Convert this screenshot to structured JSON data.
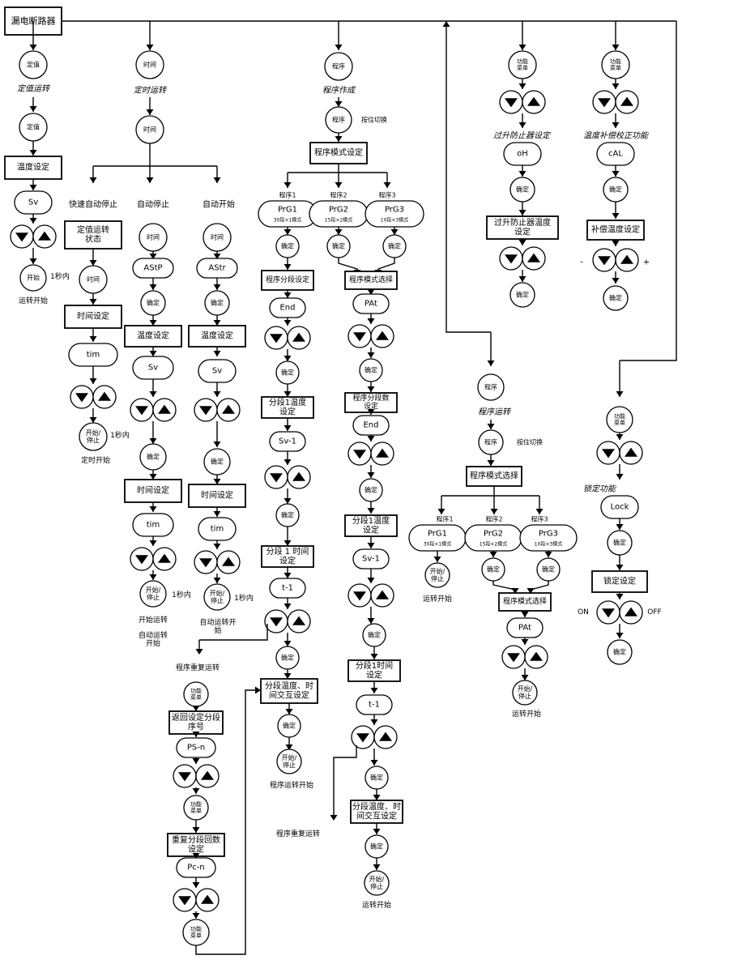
{
  "title": "漏电断路器",
  "labels": {
    "setpoint": "定值",
    "setpoint_run": "定值运转",
    "timer": "时间",
    "timer_run": "定时运转",
    "program": "程序",
    "program_create": "程序作成",
    "program_run": "程序运转",
    "hold_switch": "按住切换",
    "func_menu": "功能\n菜单",
    "overrise_setting": "过升防止器设定",
    "comp_calibration": "温度补偿校正功能",
    "lock_function": "锁定功能",
    "temp_set": "温度设定",
    "quick_auto_stop": "快速自动停止",
    "auto_stop": "自动停止",
    "auto_start": "自动开始",
    "confirm": "确定",
    "start": "开始",
    "within_1s": "1秒内",
    "run_start": "运转开始",
    "start_stop": "开始/\n停止",
    "timer_start": "定时开始",
    "setpoint_run_state": "定值运转\n状态",
    "time_set": "时间设定",
    "start_run": "开始运转",
    "auto_run_start": "自动运转\n开始",
    "auto_run_start_b": "自动运转开\n始",
    "program_repeat_run": "程序重复运转",
    "return_segment": "返回设定分段\n序号",
    "repeat_count": "重复分段回数\n设定",
    "program_mode_set": "程序模式设定",
    "program_mode_select": "程序模式选择",
    "program1": "程序1",
    "program2": "程序2",
    "program3": "程序3",
    "prg1_sub": "30段×1模式",
    "prg2_sub": "15段×2模式",
    "prg3_sub": "10段×3模式",
    "segment_set": "程序分段设定",
    "segment_count_set": "程序分段数\n设定",
    "seg1_temp": "分段1温度\n设定",
    "seg1_time_a": "分段 1 时间\n设定",
    "seg1_time_b": "分段1时间\n设定",
    "seg_alt_a": "分段温度、时\n间交互设定",
    "seg_alt_b": "分段温度、时\n间交互设定",
    "program_run_start": "程序运转开始",
    "overrise_temp_set": "过升防止器温度\n设定",
    "comp_temp_set": "补偿温度设定",
    "lock_set": "锁定设定",
    "minus": "-",
    "plus": "+",
    "on": "ON",
    "off": "OFF"
  },
  "displays": {
    "sv": "Sv",
    "tim": "tim",
    "astp": "AStP",
    "astr": "AStr",
    "end": "End",
    "pat": "PAt",
    "sv1": "Sv-1",
    "t1": "t-1",
    "psn": "PS-n",
    "pcn": "Pc-n",
    "oh": "oH",
    "cal": "cAL",
    "lock": "Lock",
    "prg1": "PrG1",
    "prg2": "PrG2",
    "prg3": "PrG3"
  },
  "icons": [
    "down-triangle-button-icon",
    "up-triangle-button-icon"
  ]
}
